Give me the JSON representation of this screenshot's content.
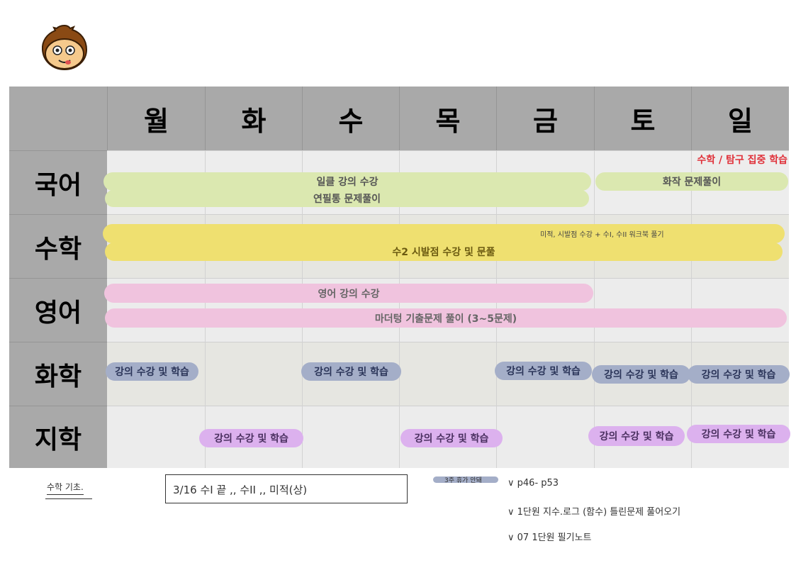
{
  "days": [
    "월",
    "화",
    "수",
    "목",
    "금",
    "토",
    "일"
  ],
  "subjects": [
    "국어",
    "수학",
    "영어",
    "화학",
    "지학"
  ],
  "banner": "수학 / 탐구 집중 학습",
  "korean": {
    "lecture": "일클 강의 수강",
    "practice": "연필통 문제풀이",
    "weekend": "화작 문제풀이"
  },
  "math": {
    "note": "미적, 시발점 수강 + 수I, 수II 워크북 풀기",
    "main": "수2 시발점 수강 및 문풀"
  },
  "english": {
    "lecture": "영어 강의 수강",
    "practice": "마더텅 기출문제 풀이 (3~5문제)"
  },
  "chem_label": "강의 수강 및 학습",
  "earth_label": "강의 수강 및 학습",
  "footer": {
    "math_note": "수학 기초.",
    "box_text": "3/16  수I  끝 ,,    수II  ,,  미적(상)",
    "highlight": "3주 휴가 안돼",
    "todo": [
      "p46- p53",
      "1단원 지수.로그 (함수) 틀린문제 풀어오기",
      "07 1단원 필기노트"
    ]
  },
  "colors": {
    "header": "#a9a9a9",
    "green": "#dbe8b0",
    "yellow": "#efe070",
    "pink": "#f0c3de",
    "navy": "#a4aec8",
    "purple": "#dcb1ee",
    "red": "#e0313a"
  }
}
